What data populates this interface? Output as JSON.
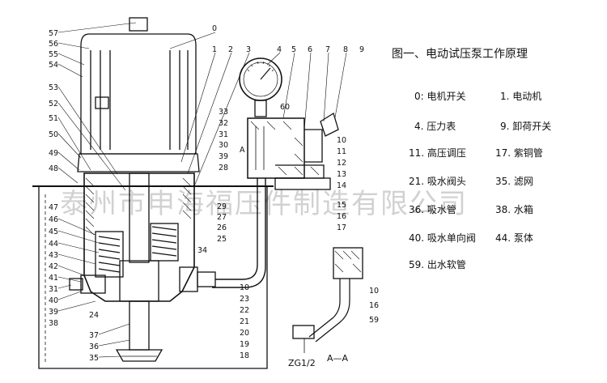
{
  "title": "图一、电动试压泵工作原理",
  "legend": [
    {
      "code": "0:",
      "name": "电机开关"
    },
    {
      "code": "1.",
      "name": "电动机"
    },
    {
      "code": "4.",
      "name": "压力表"
    },
    {
      "code": "9.",
      "name": "卸荷开关"
    },
    {
      "code": "11.",
      "name": "高压调压"
    },
    {
      "code": "17.",
      "name": "紫铜管"
    },
    {
      "code": "21.",
      "name": "吸水阀头"
    },
    {
      "code": "35.",
      "name": "滤网"
    },
    {
      "code": "36.",
      "name": "吸水管"
    },
    {
      "code": "38.",
      "name": "水箱"
    },
    {
      "code": "40.",
      "name": "吸水单向阀"
    },
    {
      "code": "44.",
      "name": "泵体"
    },
    {
      "code": "59.",
      "name": "出水软管"
    }
  ],
  "watermark": "泰州市申海福压件制造有限公司",
  "section_label": "A—A",
  "thread_label": "ZG1/2",
  "section_marker": "A",
  "callouts": {
    "top_left": [
      "57",
      "56",
      "55",
      "54",
      "53",
      "52",
      "51",
      "50",
      "49",
      "48",
      "47",
      "46",
      "45",
      "44",
      "43",
      "42",
      "41",
      "40",
      "39",
      "38",
      "37",
      "36",
      "35"
    ],
    "top": [
      "0",
      "1",
      "2",
      "3",
      "4",
      "5",
      "6",
      "7",
      "8",
      "9"
    ],
    "middle": [
      "60",
      "33",
      "32",
      "31",
      "30",
      "39",
      "28",
      "34",
      "29",
      "27",
      "26",
      "25",
      "24"
    ],
    "right_stack": [
      "10",
      "11",
      "12",
      "13",
      "14",
      "15",
      "16",
      "17"
    ],
    "bottom_right": [
      "10",
      "23",
      "22",
      "21",
      "20",
      "19",
      "18"
    ],
    "detail": [
      "10",
      "16",
      "59"
    ]
  }
}
